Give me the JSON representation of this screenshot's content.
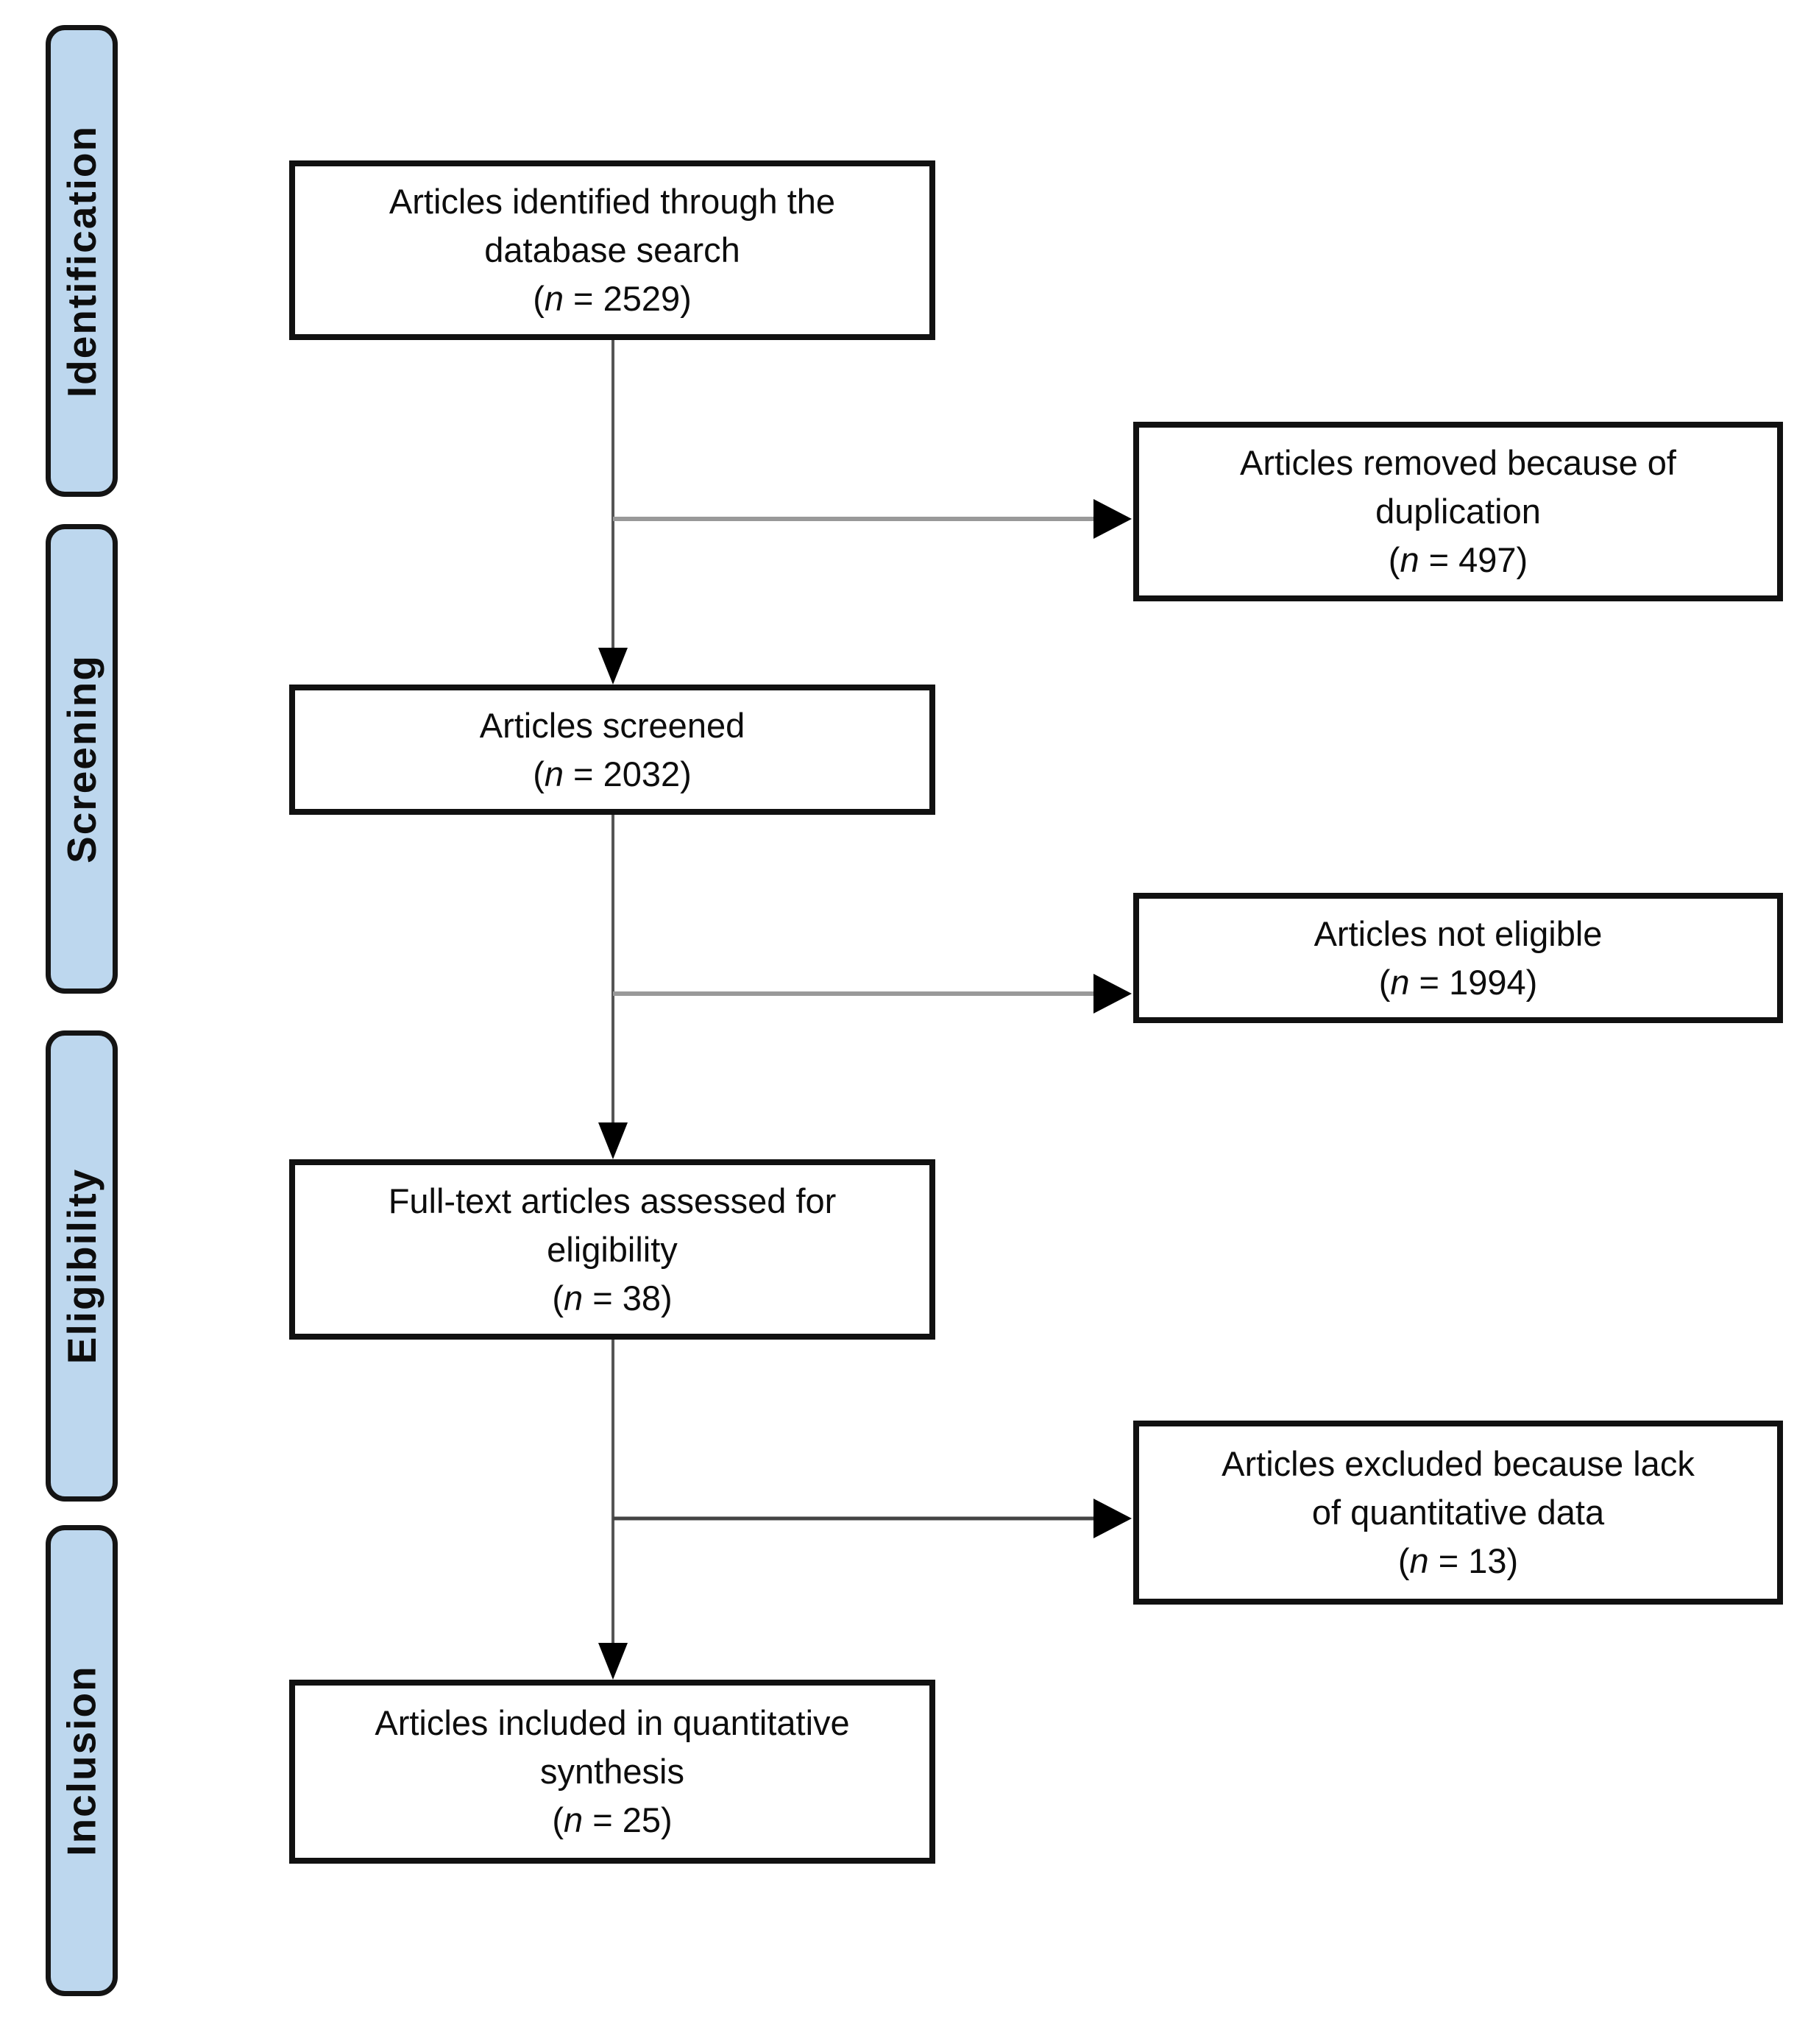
{
  "diagram": {
    "type": "prisma-flow",
    "n_symbol": "n",
    "colors": {
      "stage_fill": "#bdd7ee",
      "stage_border": "#141414",
      "box_border": "#111111",
      "box_fill": "#ffffff",
      "connector_gray": "#999999",
      "connector_dark": "#555555",
      "arrowhead": "#000000"
    },
    "stages": [
      {
        "label": "Identification"
      },
      {
        "label": "Screening"
      },
      {
        "label": "Eligibility"
      },
      {
        "label": "Inclusion"
      }
    ],
    "boxes": [
      {
        "id": "identified",
        "lines": [
          "Articles identified through the",
          "database search"
        ],
        "n": "2529"
      },
      {
        "id": "removed-duplicates",
        "lines": [
          "Articles removed because of",
          "duplication"
        ],
        "n": "497"
      },
      {
        "id": "screened",
        "lines": [
          "Articles screened"
        ],
        "n": "2032"
      },
      {
        "id": "not-eligible",
        "lines": [
          "Articles not eligible"
        ],
        "n": "1994"
      },
      {
        "id": "fulltext-assessed",
        "lines": [
          "Full-text articles assessed for",
          "eligibility"
        ],
        "n": "38"
      },
      {
        "id": "excluded-no-data",
        "lines": [
          "Articles excluded because lack",
          "of quantitative data"
        ],
        "n": "13"
      },
      {
        "id": "included-synthesis",
        "lines": [
          "Articles included in quantitative",
          "synthesis"
        ],
        "n": "25"
      }
    ]
  }
}
